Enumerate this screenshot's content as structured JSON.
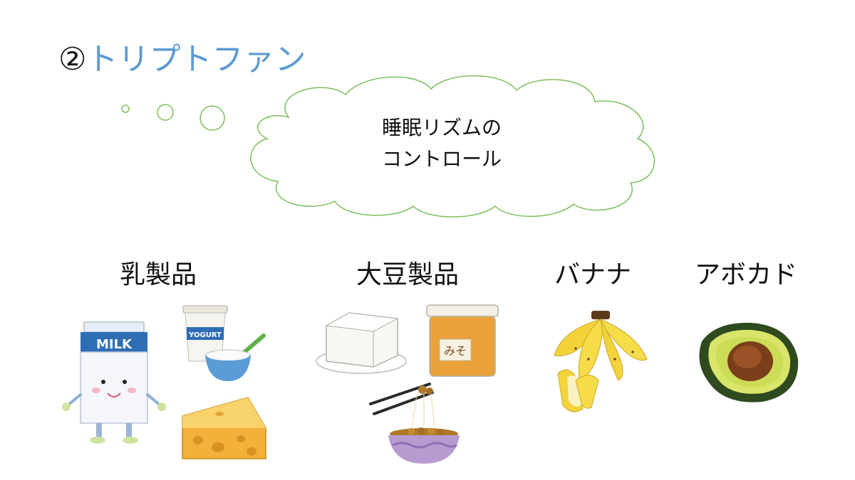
{
  "slide": {
    "title_number": "②",
    "title_name": "トリプトファン",
    "cloud_line1": "睡眠リズムの",
    "cloud_line2": "コントロール",
    "categories": [
      "乳製品",
      "大豆製品",
      "バナナ",
      "アボカド"
    ],
    "illustration_labels": {
      "milk": "MILK",
      "yogurt": "YOGURT",
      "miso": "みそ"
    },
    "colors": {
      "title_accent": "#5b9bd5",
      "cloud_outline": "#7cbf5a"
    }
  }
}
